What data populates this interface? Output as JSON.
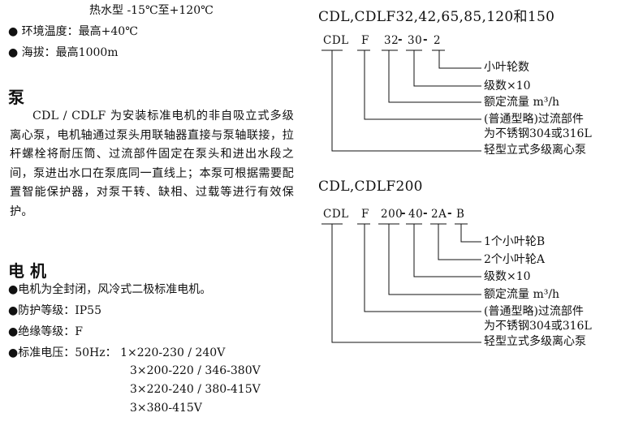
{
  "left": {
    "hot_water": "热水型 -15℃至+120℃",
    "bullets_top": [
      {
        "bullet": "●",
        "text": " 环境温度：最高+40℃"
      },
      {
        "bullet": "●",
        "text": " 海拔：最高1000m"
      }
    ],
    "pump_heading": "泵",
    "pump_text": "CDL / CDLF 为安装标准电机的非自吸立式多级离心泵，电机轴通过泵头用联轴器直接与泵轴联接，拉杆螺栓将耐压筒、过流部件固定在泵头和进出水段之间，泵进出水口在泵底同一直线上；本泵可根据需要配置智能保护器，对泵干转、缺相、过载等进行有效保护。",
    "motor_heading": "电  机",
    "motor_bullets": [
      {
        "bullet": "●",
        "text": "电机为全封闭，风冷式二极标准电机。"
      },
      {
        "bullet": "●",
        "text": "防护等级：IP55"
      },
      {
        "bullet": "●",
        "text": "绝缘等级：F"
      },
      {
        "bullet": "●",
        "text": "标准电压：50Hz：  1×220-230 / 240V"
      }
    ],
    "voltage_more": [
      "3×200-220 / 346-380V",
      "3×220-240 / 380-415V",
      "3×380-415V"
    ]
  },
  "right": {
    "diagram1": {
      "title": "CDL,CDLF32,42,65,85,120和150",
      "code": {
        "a": "CDL",
        "b": "F",
        "c": "32",
        "d": "30",
        "e": "2"
      },
      "labels": [
        "小叶轮数",
        "级数×10",
        "额定流量 m³/h",
        "(普通型略)过流部件",
        "为不锈钢304或316L",
        "轻型立式多级离心泵"
      ]
    },
    "diagram2": {
      "title": "CDL,CDLF200",
      "code": {
        "a": "CDL",
        "b": "F",
        "c": "200",
        "d": "40",
        "e": "2A",
        "f": "B"
      },
      "labels": [
        "1个小叶轮B",
        "2个小叶轮A",
        "级数×10",
        "额定流量 m³/h",
        "(普通型略)过流部件",
        "为不锈钢304或316L",
        "轻型立式多级离心泵"
      ]
    }
  }
}
